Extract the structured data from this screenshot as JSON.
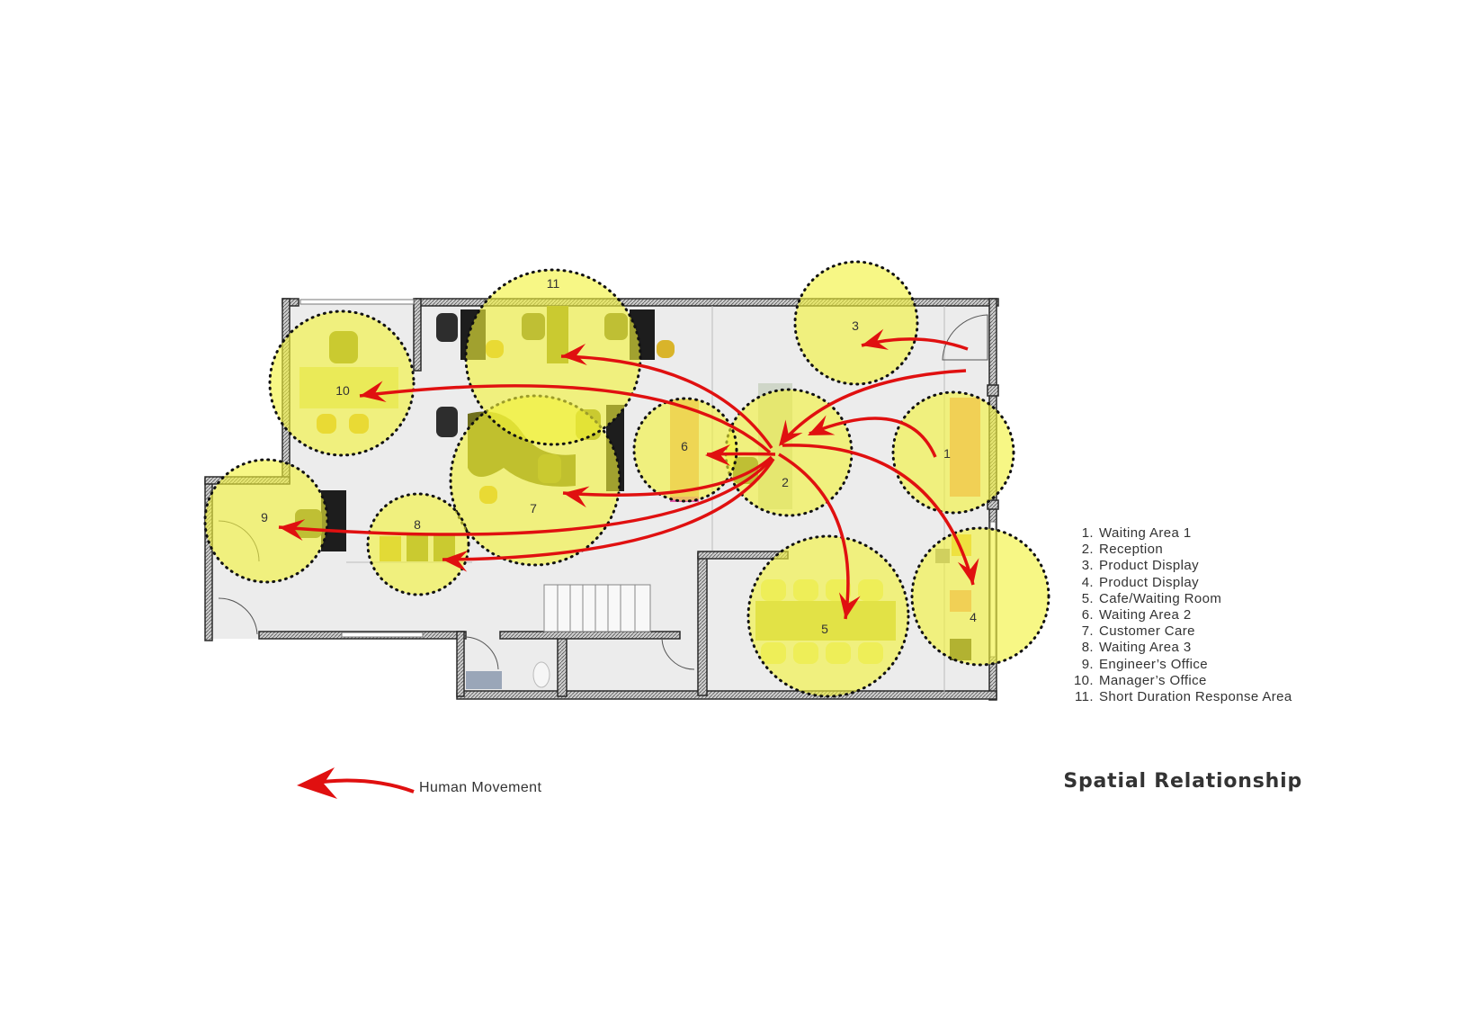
{
  "title": "Spatial Relationship",
  "movement_legend": {
    "label": "Human Movement",
    "color": "#e01010"
  },
  "colors": {
    "zone_fill": "#f2f23a",
    "zone_outline": "#111111",
    "wall": "#2b2b2b",
    "floor": "#eeeeee",
    "movement_arrow": "#e01010"
  },
  "zones": [
    {
      "id": "1",
      "name": "Waiting Area 1"
    },
    {
      "id": "2",
      "name": "Reception"
    },
    {
      "id": "3",
      "name": "Product Display"
    },
    {
      "id": "4",
      "name": "Product Display"
    },
    {
      "id": "5",
      "name": "Cafe/Waiting Room"
    },
    {
      "id": "6",
      "name": "Waiting Area 2"
    },
    {
      "id": "7",
      "name": "Customer Care"
    },
    {
      "id": "8",
      "name": "Waiting Area 3"
    },
    {
      "id": "9",
      "name": "Engineer’s Office"
    },
    {
      "id": "10",
      "name": "Manager’s Office"
    },
    {
      "id": "11",
      "name": "Short Duration Response Area"
    }
  ],
  "legend_items": [
    {
      "num": "1.",
      "text": "Waiting Area 1"
    },
    {
      "num": "2.",
      "text": "Reception"
    },
    {
      "num": "3.",
      "text": "Product Display"
    },
    {
      "num": "4.",
      "text": "Product Display"
    },
    {
      "num": "5.",
      "text": "Cafe/Waiting Room"
    },
    {
      "num": "6.",
      "text": "Waiting Area 2"
    },
    {
      "num": "7.",
      "text": "Customer Care"
    },
    {
      "num": "8.",
      "text": "Waiting Area 3"
    },
    {
      "num": "9.",
      "text": "Engineer’s Office"
    },
    {
      "num": "10.",
      "text": "Manager’s Office"
    },
    {
      "num": "11.",
      "text": "Short Duration Response Area"
    }
  ]
}
